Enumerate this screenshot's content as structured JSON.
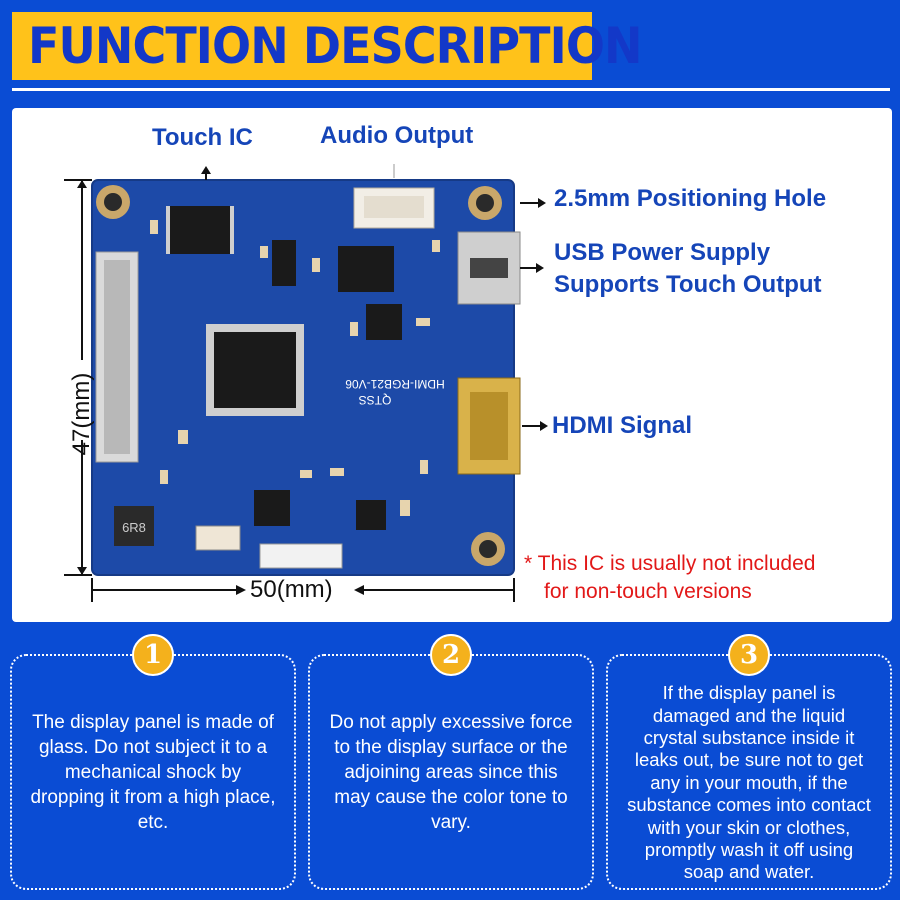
{
  "header": {
    "title": "FUNCTION DESCRIPTION"
  },
  "diagram": {
    "labels": {
      "touch_ic": "Touch IC",
      "audio_output": "Audio Output",
      "positioning_hole": "2.5mm Positioning Hole",
      "usb_line1": "USB Power Supply",
      "usb_line2": "Supports Touch Output",
      "hdmi": "HDMI Signal"
    },
    "note_line1": "* This IC is usually not included",
    "note_line2": "for non-touch versions",
    "height_dim": "47(mm)",
    "width_dim": "50(mm)",
    "silkscreen": "HDMI-RGB21-V06",
    "silkscreen2": "QTSS",
    "inductor_mark": "6R8",
    "colors": {
      "board": "#1d4aa8",
      "label": "#1545b8",
      "note": "#e21818"
    }
  },
  "cards": [
    {
      "number": "1",
      "text": "The display panel is made of glass. Do not subject it to a mechanical shock by dropping it from a high place, etc."
    },
    {
      "number": "2",
      "text": "Do not apply excessive force to the display surface or the adjoining areas since this may cause the color tone to vary."
    },
    {
      "number": "3",
      "text": "If the display panel is damaged and the liquid crystal substance inside it leaks out, be sure not to get any in your mouth, if the substance comes into contact with your skin or clothes, promptly wash it off using soap and water."
    }
  ],
  "theme": {
    "background": "#0a4cd4",
    "title_bg": "#ffc21a",
    "title_text": "#1338c8",
    "badge": "#f4b11c"
  }
}
